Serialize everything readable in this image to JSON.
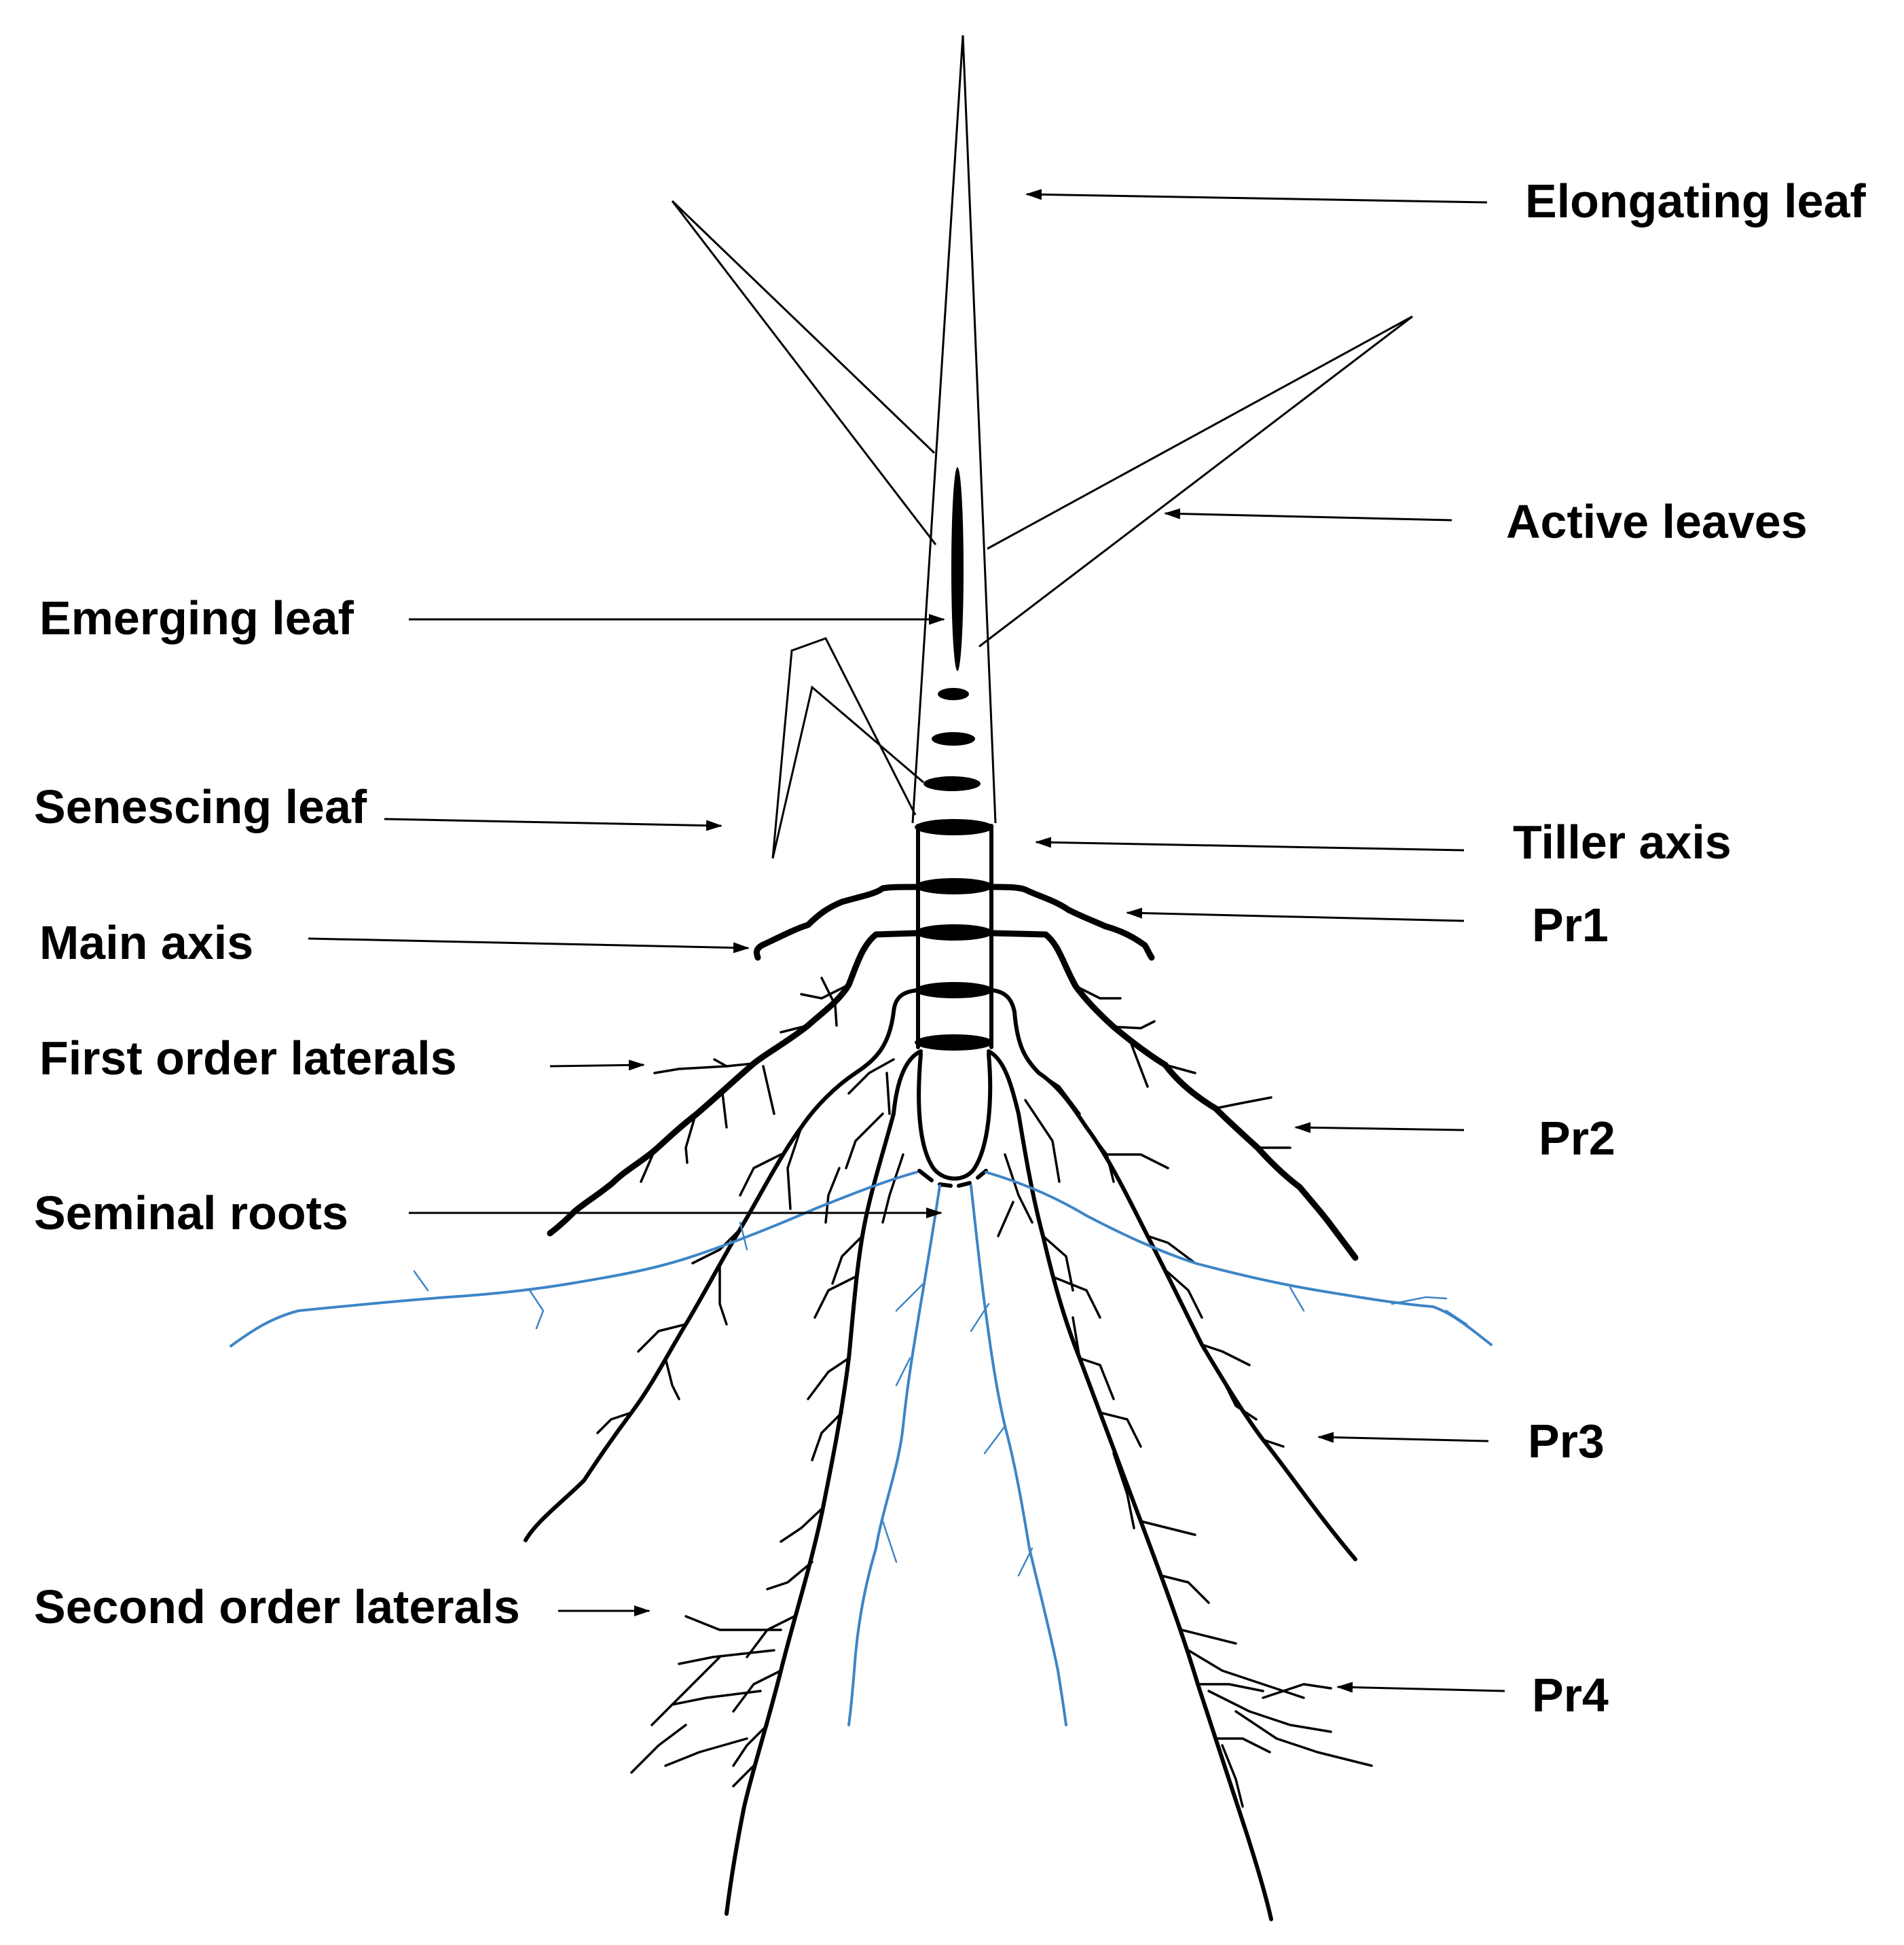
{
  "labels": {
    "elongating_leaf": "Elongating leaf",
    "active_leaves": "Active leaves",
    "emerging_leaf": "Emerging leaf",
    "senescing_leaf": "Senescing leaf",
    "tiller_axis": "Tiller axis",
    "pr1": "Pr1",
    "main_axis": "Main axis",
    "first_order_laterals": "First order laterals",
    "pr2": "Pr2",
    "seminal_roots": "Seminal roots",
    "pr3": "Pr3",
    "second_order_laterals": "Second order laterals",
    "pr4": "Pr4"
  },
  "colors": {
    "structure": "#000000",
    "seminal_roots": "#3d85c6",
    "background": "#ffffff"
  }
}
